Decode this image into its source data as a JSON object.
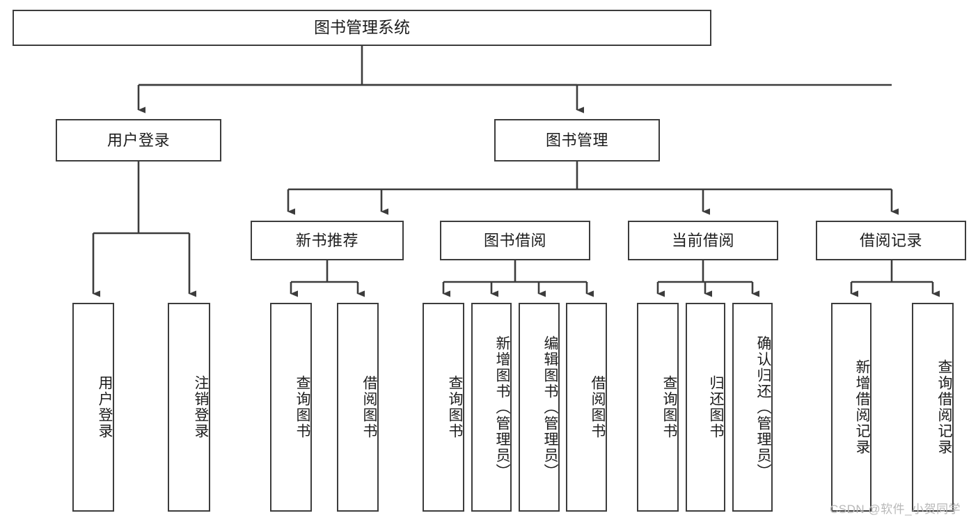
{
  "diagram": {
    "title": "图书管理系统",
    "type": "hierarchy-tree",
    "root": {
      "label": "图书管理系统"
    },
    "level2": [
      {
        "label": "用户登录"
      },
      {
        "label": "图书管理"
      }
    ],
    "level3": [
      {
        "label": "新书推荐"
      },
      {
        "label": "图书借阅"
      },
      {
        "label": "当前借阅"
      },
      {
        "label": "借阅记录"
      }
    ],
    "leaves": [
      {
        "label": "用户登录",
        "parent": "用户登录"
      },
      {
        "label": "注销登录",
        "parent": "用户登录"
      },
      {
        "label": "查询图书",
        "parent": "新书推荐"
      },
      {
        "label": "借阅图书",
        "parent": "新书推荐"
      },
      {
        "label": "查询图书",
        "parent": "图书借阅"
      },
      {
        "label": "新增图书（管理员）",
        "parent": "图书借阅"
      },
      {
        "label": "编辑图书（管理员）",
        "parent": "图书借阅"
      },
      {
        "label": "借阅图书",
        "parent": "图书借阅"
      },
      {
        "label": "查询图书",
        "parent": "当前借阅"
      },
      {
        "label": "归还图书",
        "parent": "当前借阅"
      },
      {
        "label": "确认归还（管理员）",
        "parent": "当前借阅"
      },
      {
        "label": "新增借阅记录",
        "parent": "借阅记录"
      },
      {
        "label": "查询借阅记录",
        "parent": "借阅记录"
      }
    ]
  },
  "watermark": {
    "text": "CSDN @软件_小贺同学"
  },
  "colors": {
    "stroke": "#3c3c3c",
    "background": "#ffffff",
    "text": "#1c1c1c",
    "watermark": "#b8b8b8"
  }
}
